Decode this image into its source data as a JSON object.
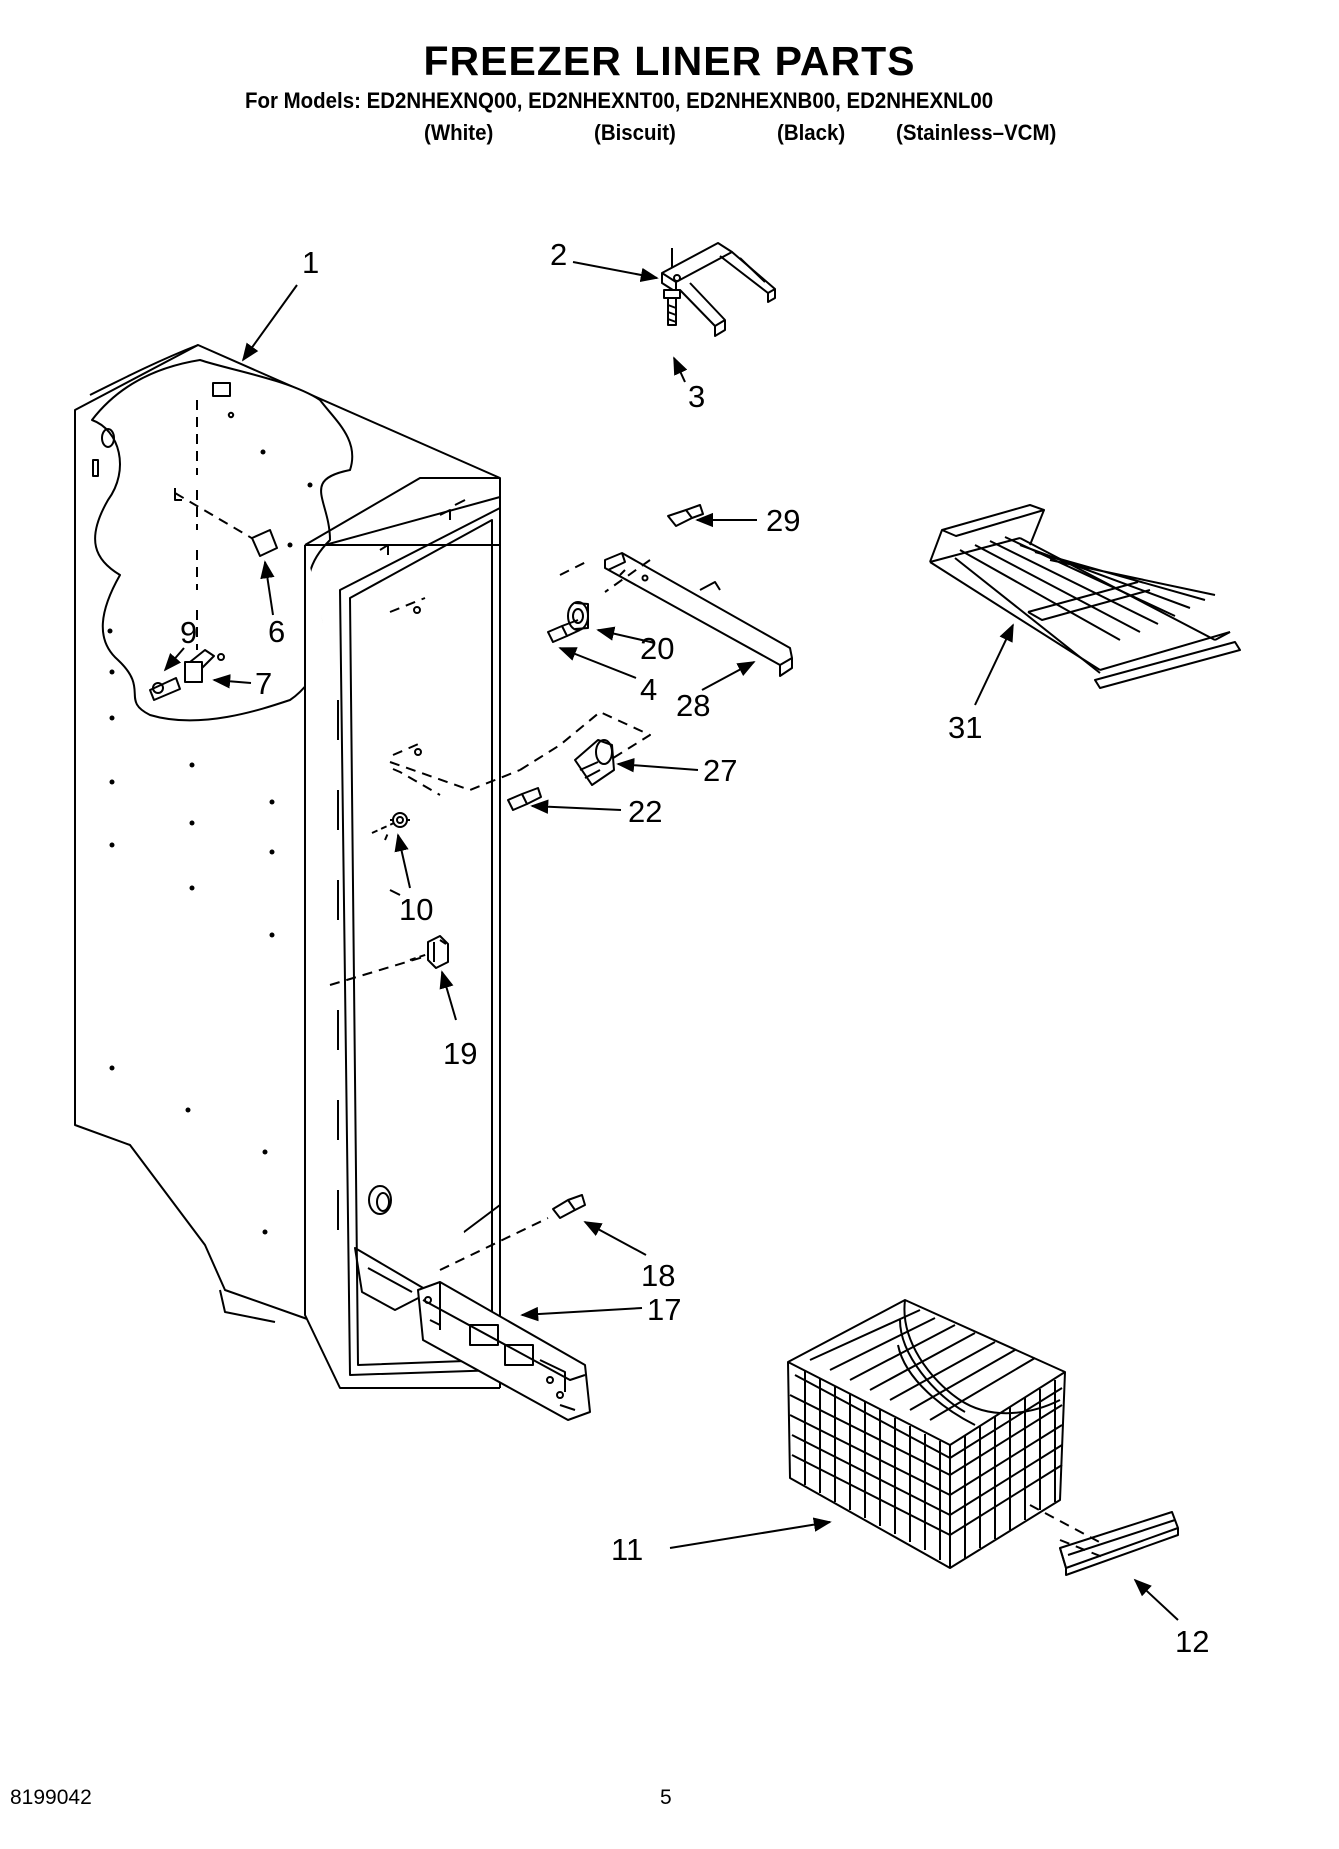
{
  "page": {
    "title": "FREEZER LINER PARTS",
    "models_line": "For Models: ED2NHEXNQ00, ED2NHEXNT00, ED2NHEXNB00, ED2NHEXNL00",
    "colors": [
      "(White)",
      "(Biscuit)",
      "(Black)",
      "(Stainless–VCM)"
    ],
    "doc_number": "8199042",
    "page_number": "5"
  },
  "callouts": [
    "1",
    "2",
    "3",
    "29",
    "9",
    "6",
    "7",
    "20",
    "4",
    "28",
    "31",
    "27",
    "22",
    "10",
    "19",
    "18",
    "17",
    "11",
    "12"
  ]
}
